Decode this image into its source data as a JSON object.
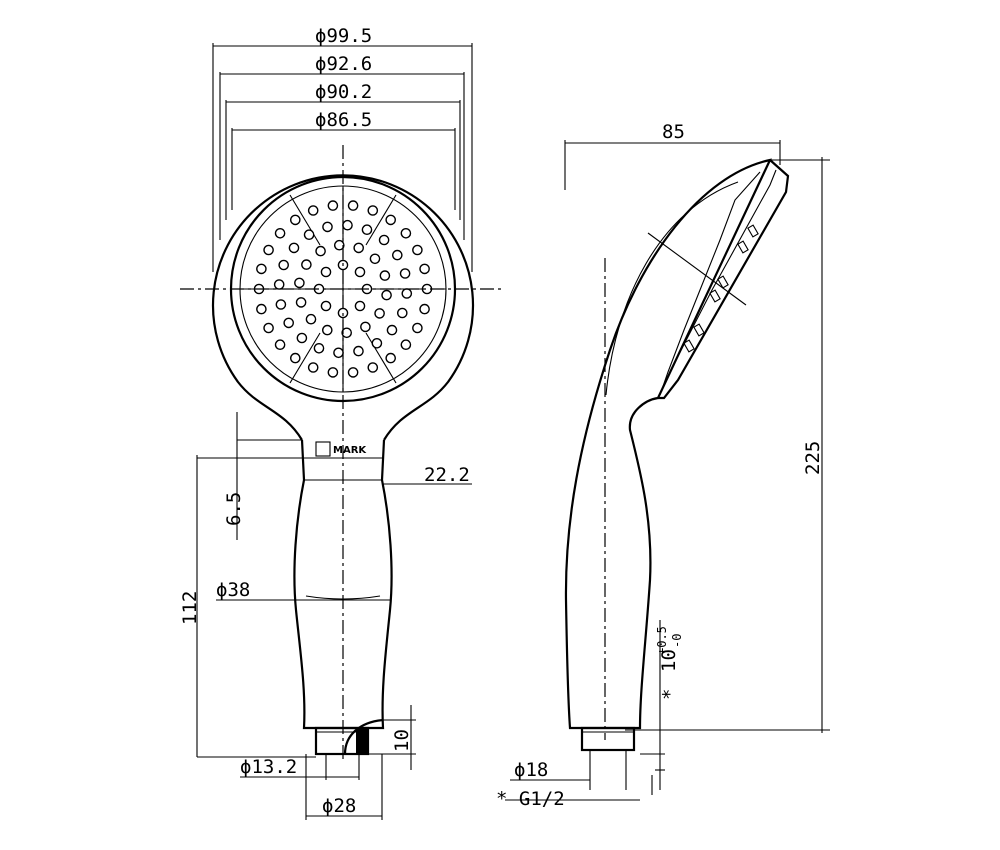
{
  "front_view": {
    "dims": {
      "d1": "ϕ99.5",
      "d2": "ϕ92.6",
      "d3": "ϕ90.2",
      "d4": "ϕ86.5",
      "neck": "22.2",
      "gap": "6.5",
      "handle_len": "112",
      "handle_d": "ϕ38",
      "stub_d": "ϕ13.2",
      "base_d": "ϕ28",
      "stub_h": "10"
    },
    "logo_text": "MARK"
  },
  "side_view": {
    "dims": {
      "width": "85",
      "height": "225",
      "conn_d": "ϕ18",
      "thread": "* G1/2",
      "thread_len": "10",
      "tol_plus": "+0.5",
      "tol_minus": "-0",
      "star": "*"
    }
  }
}
